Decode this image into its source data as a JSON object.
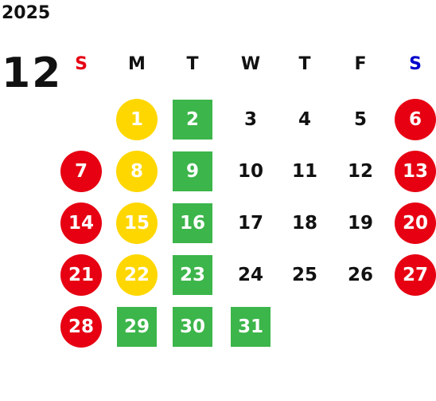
{
  "calendar": {
    "year": "2025",
    "month": "12",
    "colors": {
      "sunday": "#e60012",
      "saturday": "#0000cc",
      "weekday_text": "#111111",
      "holiday": "#e60012",
      "yellow": "#ffd700",
      "green": "#3cb54a"
    },
    "weekdays": [
      {
        "label": "S",
        "kind": "sunday"
      },
      {
        "label": "M",
        "kind": "weekday"
      },
      {
        "label": "T",
        "kind": "weekday"
      },
      {
        "label": "W",
        "kind": "weekday"
      },
      {
        "label": "T",
        "kind": "weekday"
      },
      {
        "label": "F",
        "kind": "weekday"
      },
      {
        "label": "S",
        "kind": "saturday"
      }
    ],
    "start_weekday": 1,
    "days": [
      {
        "num": "1",
        "style": "yellow"
      },
      {
        "num": "2",
        "style": "green"
      },
      {
        "num": "3",
        "style": "plain"
      },
      {
        "num": "4",
        "style": "plain"
      },
      {
        "num": "5",
        "style": "plain"
      },
      {
        "num": "6",
        "style": "red"
      },
      {
        "num": "7",
        "style": "red"
      },
      {
        "num": "8",
        "style": "yellow"
      },
      {
        "num": "9",
        "style": "green"
      },
      {
        "num": "10",
        "style": "plain"
      },
      {
        "num": "11",
        "style": "plain"
      },
      {
        "num": "12",
        "style": "plain"
      },
      {
        "num": "13",
        "style": "red"
      },
      {
        "num": "14",
        "style": "red"
      },
      {
        "num": "15",
        "style": "yellow"
      },
      {
        "num": "16",
        "style": "green"
      },
      {
        "num": "17",
        "style": "plain"
      },
      {
        "num": "18",
        "style": "plain"
      },
      {
        "num": "19",
        "style": "plain"
      },
      {
        "num": "20",
        "style": "red"
      },
      {
        "num": "21",
        "style": "red"
      },
      {
        "num": "22",
        "style": "yellow"
      },
      {
        "num": "23",
        "style": "green"
      },
      {
        "num": "24",
        "style": "plain"
      },
      {
        "num": "25",
        "style": "plain"
      },
      {
        "num": "26",
        "style": "plain"
      },
      {
        "num": "27",
        "style": "red"
      },
      {
        "num": "28",
        "style": "red"
      },
      {
        "num": "29",
        "style": "green"
      },
      {
        "num": "30",
        "style": "green"
      },
      {
        "num": "31",
        "style": "green"
      }
    ]
  }
}
